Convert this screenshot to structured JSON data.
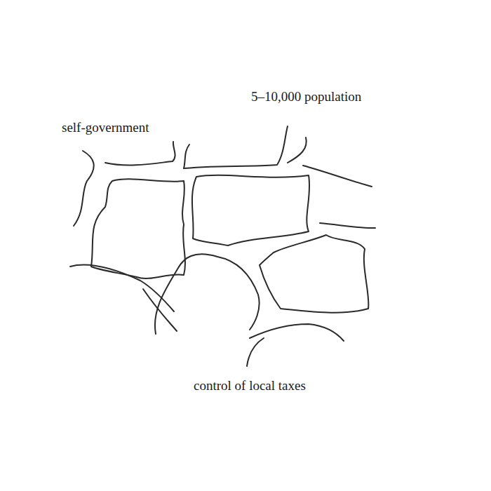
{
  "diagram": {
    "labels": [
      "self-government",
      "5–10,000 population",
      "control of local taxes"
    ]
  }
}
